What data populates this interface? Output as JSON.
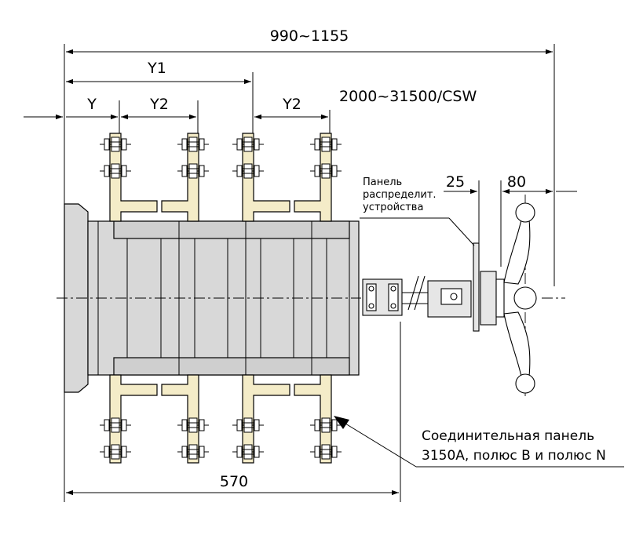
{
  "dimensions": {
    "total_width": "990~1155",
    "y1": "Y1",
    "y": "Y",
    "y2_left": "Y2",
    "y2_right": "Y2",
    "model_range": "2000~31500/CSW",
    "d25": "25",
    "d80": "80",
    "d570": "570"
  },
  "labels": {
    "panel_line1": "Панель",
    "panel_line2": "распределит.",
    "panel_line3": "устройства",
    "connection_line1": "Соединительная панель",
    "connection_line2": "3150А, полюс В и полюс N"
  },
  "colors": {
    "body_fill": "#d8d8d8",
    "busbar_fill": "#f4ecc8",
    "line": "#000000"
  }
}
